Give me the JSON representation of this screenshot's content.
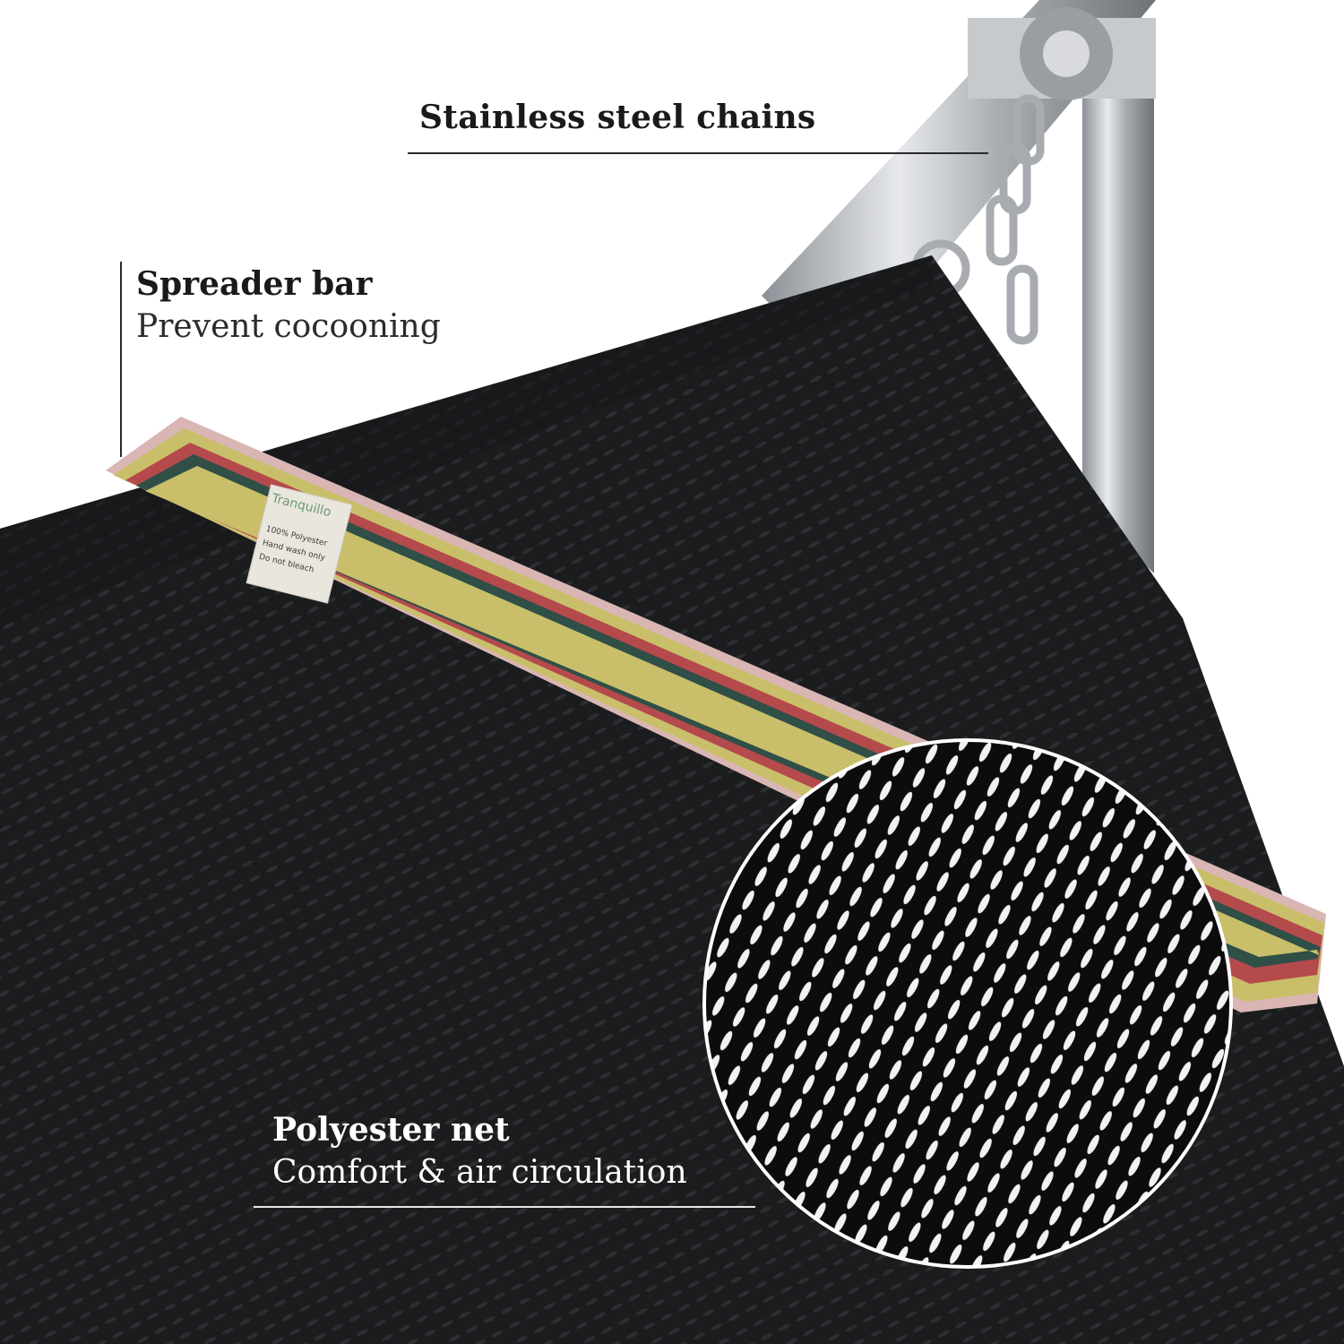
{
  "callouts": {
    "chains": {
      "title": "Stainless steel chains"
    },
    "spreader": {
      "title": "Spreader bar",
      "subtitle": "Prevent cocooning"
    },
    "net": {
      "title": "Polyester net",
      "subtitle": "Comfort & air circulation"
    }
  },
  "tag": {
    "brand": "Tranquillo",
    "line1": "100% Polyester",
    "line2": "Hand wash only",
    "line3": "Do not bleach"
  },
  "colors": {
    "background": "#ffffff",
    "net": "#1b1c1e",
    "steel": "#b9bcc0",
    "stripe_yellow": "#c9bf6a",
    "stripe_red": "#b44a4c",
    "stripe_green": "#2f4f47",
    "stripe_pink": "#d9b6b4"
  }
}
